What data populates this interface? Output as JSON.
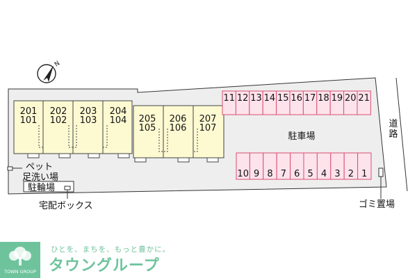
{
  "north_label": "N",
  "buildings": [
    {
      "upper": "201",
      "lower": "101"
    },
    {
      "upper": "202",
      "lower": "102"
    },
    {
      "upper": "203",
      "lower": "103"
    },
    {
      "upper": "204",
      "lower": "104"
    },
    {
      "upper": "205",
      "lower": "105"
    },
    {
      "upper": "206",
      "lower": "106"
    },
    {
      "upper": "207",
      "lower": "107"
    }
  ],
  "parking": {
    "label": "駐車場",
    "top_row": [
      "11",
      "12",
      "13",
      "14",
      "15",
      "16",
      "17",
      "18",
      "19",
      "20",
      "21"
    ],
    "bottom_row": [
      "10",
      "9",
      "8",
      "7",
      "6",
      "5",
      "4",
      "3",
      "2",
      "1"
    ]
  },
  "labels": {
    "road": "道路",
    "pet_wash_line1": "ペット",
    "pet_wash_line2": "足洗い場",
    "bicycle_parking": "駐輪場",
    "delivery_box": "宅配ボックス",
    "garbage": "ゴミ置場"
  },
  "logo": {
    "tagline": "ひとを、まちを、もっと豊かに。",
    "brand": "タウングループ",
    "brand_en": "TOWN GROUP"
  },
  "colors": {
    "building": "#fdfad2",
    "stall_fill": "#fde3ec",
    "stall_stroke": "#d84f72",
    "lot": "#eeeeee",
    "logo": "#6ec39d"
  }
}
